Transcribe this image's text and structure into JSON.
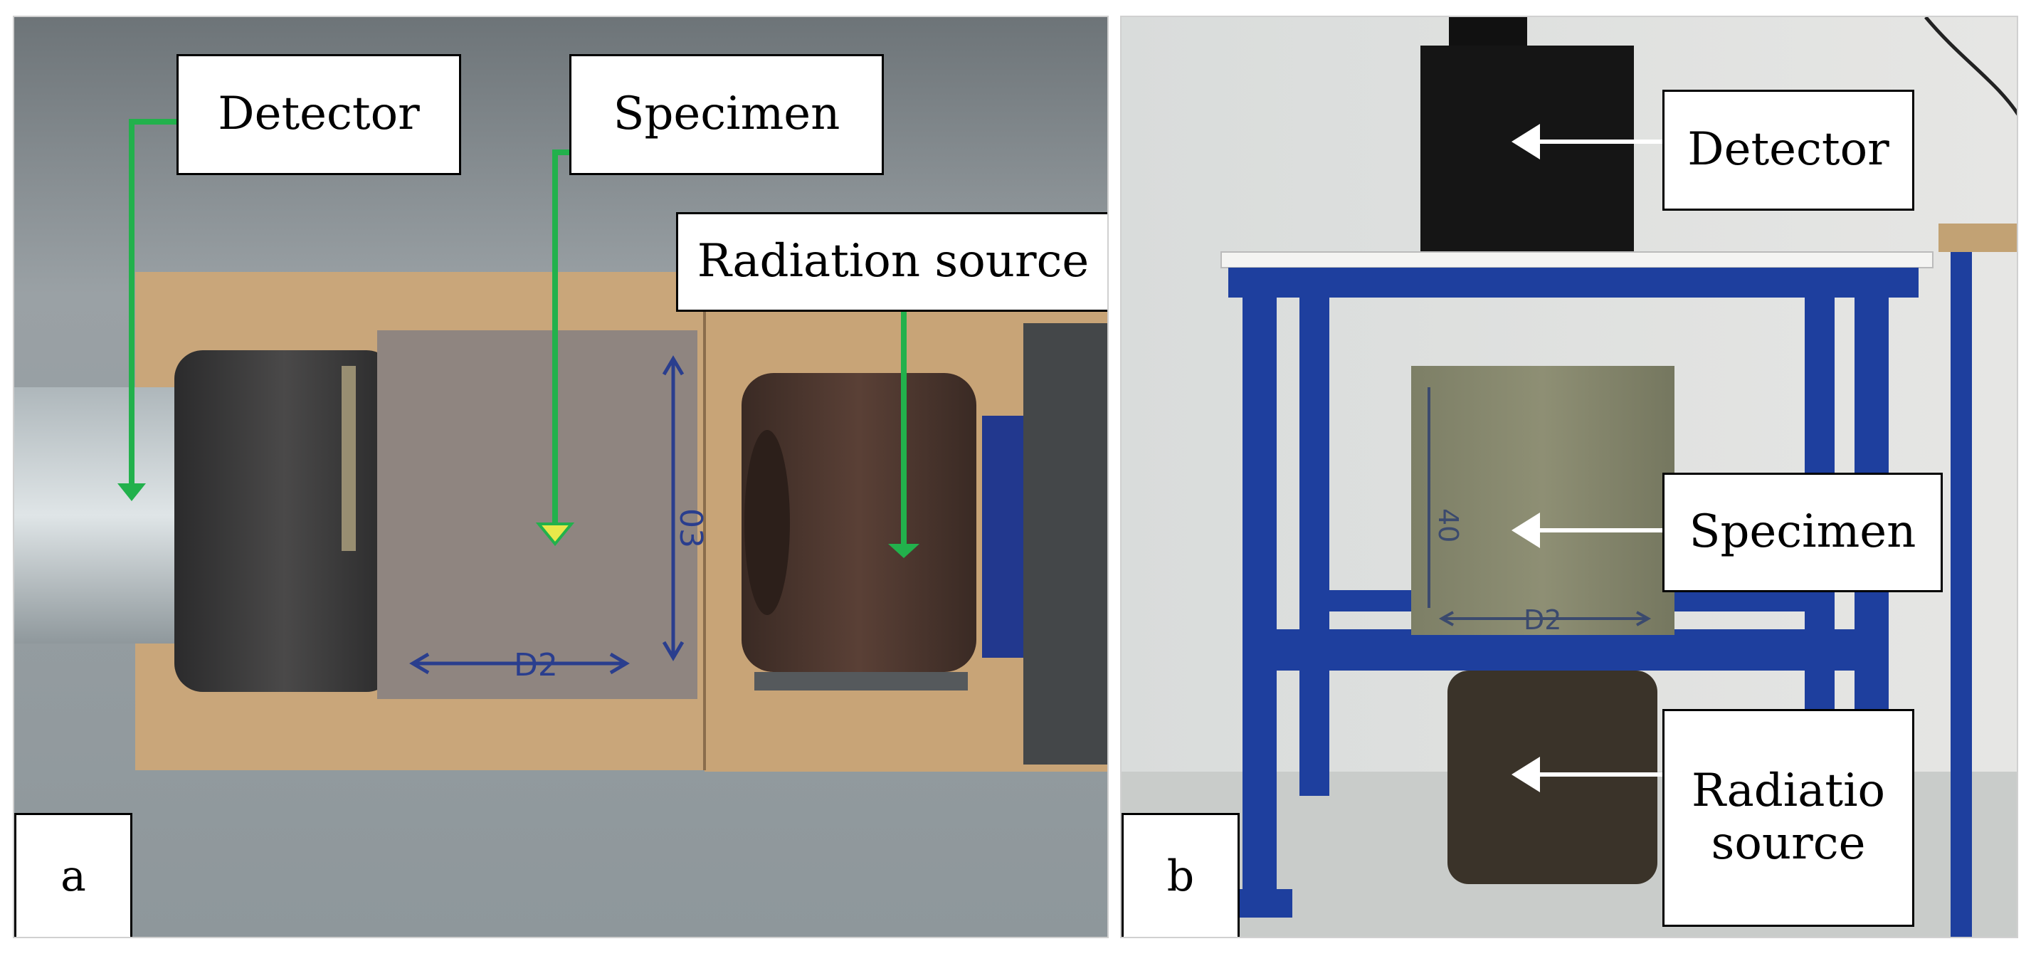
{
  "panels": [
    {
      "letter": "a",
      "labels": {
        "detector": "Detector",
        "specimen": "Specimen",
        "radiation_source": "Radiation source"
      },
      "specimen_markings": {
        "horizontal": "D2",
        "vertical": "03"
      },
      "arrow_color": "#22b14c"
    },
    {
      "letter": "b",
      "labels": {
        "detector": "Detector",
        "specimen": "Specimen",
        "radiation_source_line1": "Radiatio",
        "radiation_source_line2": "source"
      },
      "specimen_markings": {
        "horizontal": "D2",
        "vertical": "40"
      },
      "arrow_color": "#ffffff",
      "frame_color": "#1e3f9e"
    }
  ]
}
